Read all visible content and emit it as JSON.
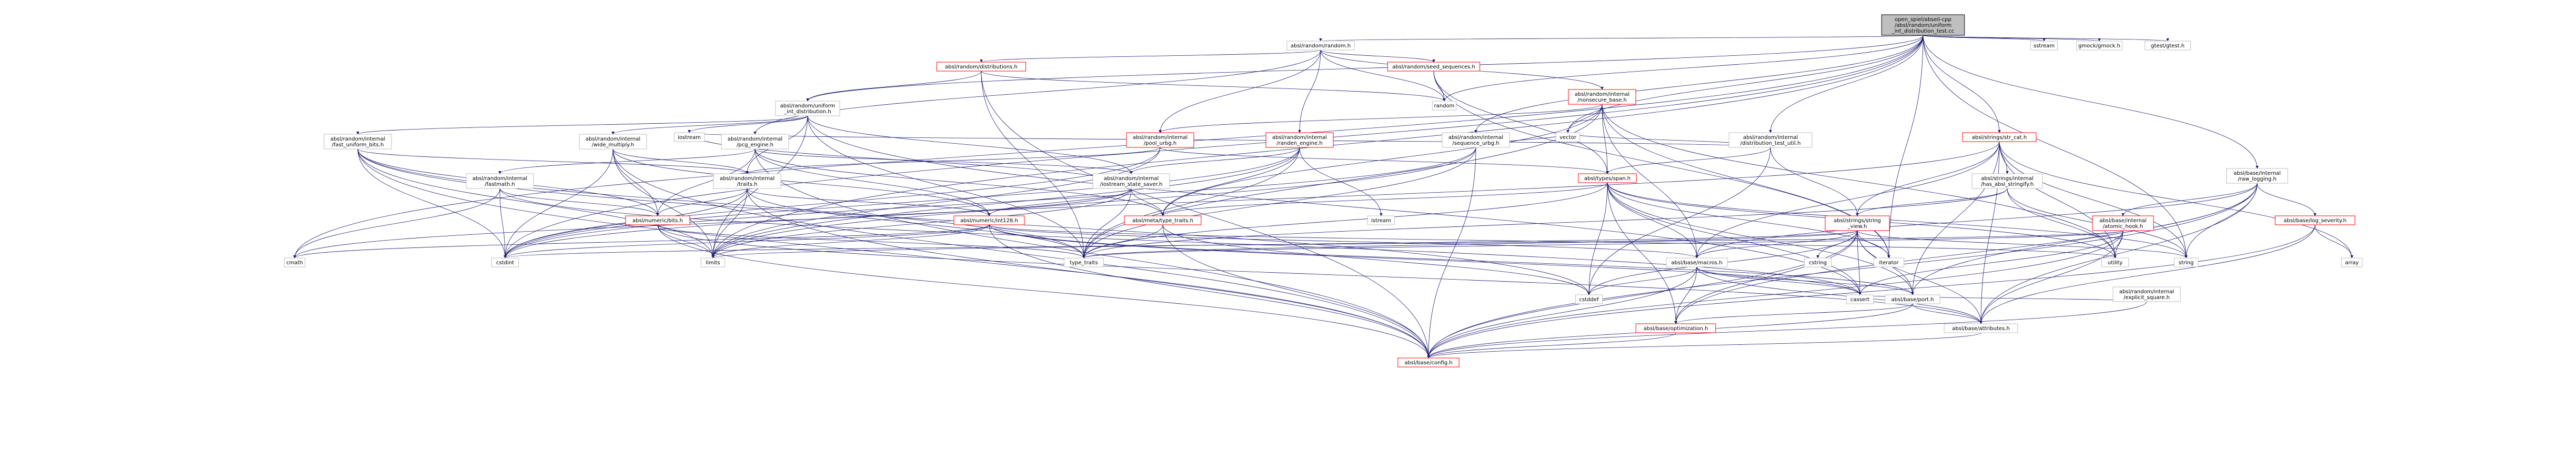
{
  "colors": {
    "node_fill": "#ffffff",
    "node_border": "#bfbfbf",
    "node_border_truncated": "#ff0000",
    "root_fill": "#bfbfbf",
    "root_border": "#000000",
    "edge": "#191970",
    "text": "#000000"
  },
  "root": {
    "lines": [
      "open_spiel/abseil-cpp",
      "/absl/random/uniform",
      "_int_distribution_test.cc"
    ]
  },
  "nodes": [
    {
      "id": "random_h",
      "lines": [
        "absl/random/random.h"
      ]
    },
    {
      "id": "sstream",
      "lines": [
        "sstream"
      ]
    },
    {
      "id": "gmock",
      "lines": [
        "gmock/gmock.h"
      ]
    },
    {
      "id": "gtest",
      "lines": [
        "gtest/gtest.h"
      ]
    },
    {
      "id": "distributions",
      "lines": [
        "absl/random/distributions.h"
      ],
      "truncated": true
    },
    {
      "id": "seed_sequences",
      "lines": [
        "absl/random/seed_sequences.h"
      ],
      "truncated": true
    },
    {
      "id": "nonsecure_base",
      "lines": [
        "absl/random/internal",
        "/nonsecure_base.h"
      ],
      "truncated": true
    },
    {
      "id": "random",
      "lines": [
        "random"
      ]
    },
    {
      "id": "uniform_int",
      "lines": [
        "absl/random/uniform",
        "_int_distribution.h"
      ]
    },
    {
      "id": "pool_urbg",
      "lines": [
        "absl/random/internal",
        "/pool_urbg.h"
      ],
      "truncated": true
    },
    {
      "id": "randen_engine",
      "lines": [
        "absl/random/internal",
        "/randen_engine.h"
      ],
      "truncated": true
    },
    {
      "id": "sequence_urbg",
      "lines": [
        "absl/random/internal",
        "/sequence_urbg.h"
      ]
    },
    {
      "id": "dist_test_util",
      "lines": [
        "absl/random/internal",
        "/distribution_test_util.h"
      ]
    },
    {
      "id": "str_cat",
      "lines": [
        "absl/strings/str_cat.h"
      ],
      "truncated": true
    },
    {
      "id": "raw_logging",
      "lines": [
        "absl/base/internal",
        "/raw_logging.h"
      ]
    },
    {
      "id": "fast_uniform",
      "lines": [
        "absl/random/internal",
        "/fast_uniform_bits.h"
      ]
    },
    {
      "id": "iostream",
      "lines": [
        "iostream"
      ]
    },
    {
      "id": "wide_multiply",
      "lines": [
        "absl/random/internal",
        "/wide_multiply.h"
      ]
    },
    {
      "id": "pcg_engine",
      "lines": [
        "absl/random/internal",
        "/pcg_engine.h"
      ]
    },
    {
      "id": "fastmath",
      "lines": [
        "absl/random/internal",
        "/fastmath.h"
      ]
    },
    {
      "id": "traits",
      "lines": [
        "absl/random/internal",
        "/traits.h"
      ]
    },
    {
      "id": "iostream_state",
      "lines": [
        "absl/random/internal",
        "/iostream_state_saver.h"
      ]
    },
    {
      "id": "span",
      "lines": [
        "absl/types/span.h"
      ],
      "truncated": true
    },
    {
      "id": "vector",
      "lines": [
        "vector"
      ]
    },
    {
      "id": "has_absl_stringify",
      "lines": [
        "absl/strings/internal",
        "/has_absl_stringify.h"
      ]
    },
    {
      "id": "bits",
      "lines": [
        "absl/numeric/bits.h"
      ],
      "truncated": true
    },
    {
      "id": "int128",
      "lines": [
        "absl/numeric/int128.h"
      ],
      "truncated": true
    },
    {
      "id": "type_traits_absl",
      "lines": [
        "absl/meta/type_traits.h"
      ],
      "truncated": true
    },
    {
      "id": "istream",
      "lines": [
        "istream"
      ]
    },
    {
      "id": "string_view",
      "lines": [
        "absl/strings/string",
        "_view.h"
      ],
      "truncated": true
    },
    {
      "id": "atomic_hook",
      "lines": [
        "absl/base/internal",
        "/atomic_hook.h"
      ],
      "truncated": true
    },
    {
      "id": "log_severity",
      "lines": [
        "absl/base/log_severity.h"
      ],
      "truncated": true
    },
    {
      "id": "cmath",
      "lines": [
        "cmath"
      ]
    },
    {
      "id": "cstdint",
      "lines": [
        "cstdint"
      ]
    },
    {
      "id": "limits",
      "lines": [
        "limits"
      ]
    },
    {
      "id": "type_traits",
      "lines": [
        "type_traits"
      ]
    },
    {
      "id": "macros",
      "lines": [
        "absl/base/macros.h"
      ]
    },
    {
      "id": "cstring",
      "lines": [
        "cstring"
      ]
    },
    {
      "id": "iterator",
      "lines": [
        "iterator"
      ]
    },
    {
      "id": "utility",
      "lines": [
        "utility"
      ]
    },
    {
      "id": "string",
      "lines": [
        "string"
      ]
    },
    {
      "id": "array",
      "lines": [
        "array"
      ]
    },
    {
      "id": "xfrm_square",
      "lines": [
        "absl/random/internal",
        "/explicit_square.h"
      ]
    },
    {
      "id": "cstddef",
      "lines": [
        "cstddef"
      ]
    },
    {
      "id": "cassert",
      "lines": [
        "cassert"
      ]
    },
    {
      "id": "port",
      "lines": [
        "absl/base/port.h"
      ]
    },
    {
      "id": "optimization",
      "lines": [
        "absl/base/optimization.h"
      ],
      "truncated": true
    },
    {
      "id": "attributes",
      "lines": [
        "absl/base/attributes.h"
      ]
    },
    {
      "id": "config",
      "lines": [
        "absl/base/config.h"
      ],
      "truncated": true
    }
  ]
}
